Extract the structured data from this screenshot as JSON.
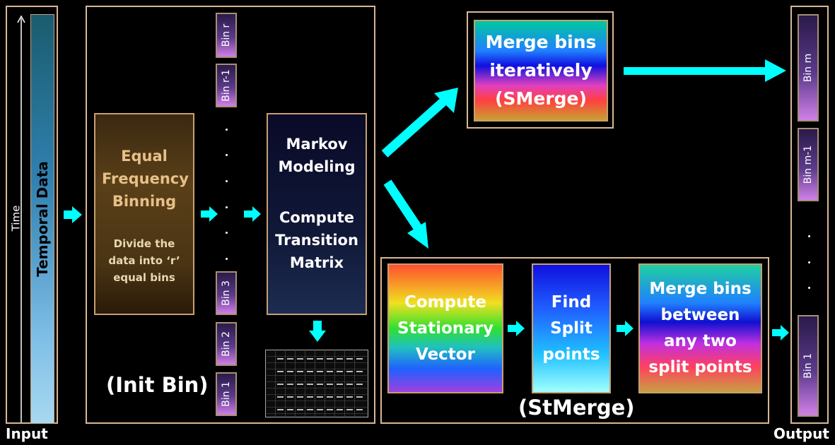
{
  "input": {
    "label": "Input",
    "column_label": "Temporal Data",
    "axis_label": "Time"
  },
  "output": {
    "label": "Output"
  },
  "init_bin": {
    "title": "(Init Bin)",
    "binning_box": {
      "title": "Equal Frequency Binning",
      "desc": "Divide the data into ‘r’ equal bins"
    },
    "bins": [
      "Bin r",
      "Bin r-1",
      "Bin 3",
      "Bin 2",
      "Bin 1"
    ],
    "markov_box": {
      "title": "Markov Modeling",
      "desc": "Compute Transition Matrix"
    }
  },
  "smerge": {
    "label": "Merge bins iteratively (SMerge)"
  },
  "stmerge": {
    "title": "(StMerge)",
    "step1": "Compute Stationary Vector",
    "step2": "Find Split points",
    "step3": "Merge bins between any two split points"
  },
  "output_bins": [
    "Bin m",
    "Bin m-1",
    "Bin 1"
  ],
  "colors": {
    "frame": "#d8b894",
    "arrow": "#00ffff"
  }
}
